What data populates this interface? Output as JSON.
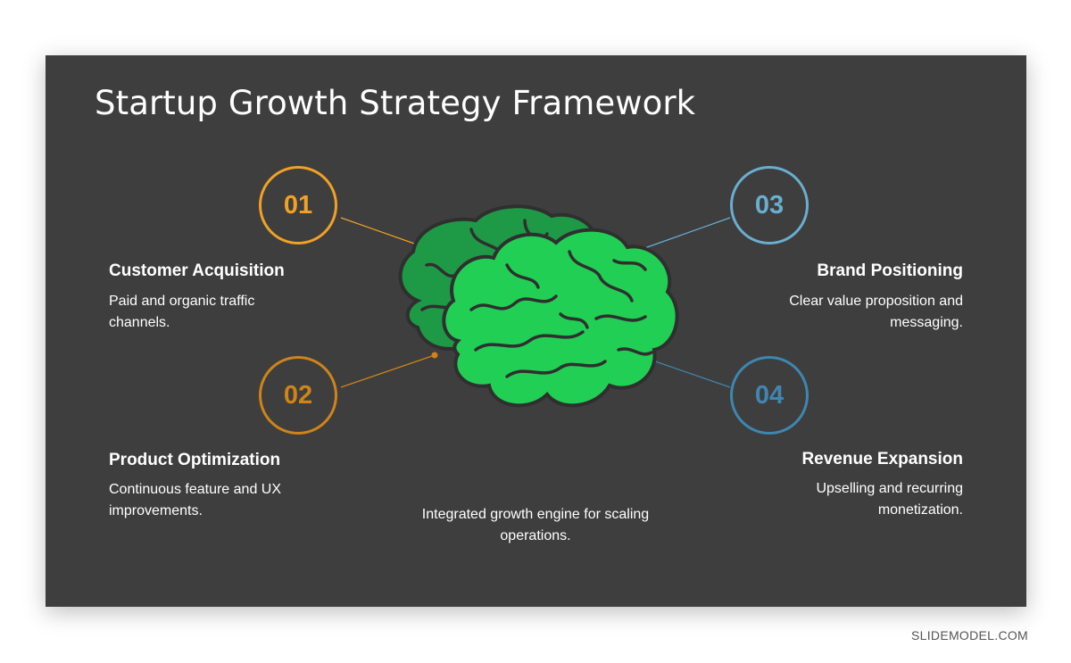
{
  "slide": {
    "title": "Startup Growth Strategy Framework",
    "center_caption": "Integrated growth engine for scaling operations."
  },
  "items": [
    {
      "number": "01",
      "heading": "Customer Acquisition",
      "description": "Paid and organic traffic channels.",
      "color": "#f0a126"
    },
    {
      "number": "02",
      "heading": "Product Optimization",
      "description": "Continuous feature and UX improvements.",
      "color": "#cf8418"
    },
    {
      "number": "03",
      "heading": "Brand Positioning",
      "description": "Clear value proposition and messaging.",
      "color": "#6aaecf"
    },
    {
      "number": "04",
      "heading": "Revenue Expansion",
      "description": "Upselling and recurring monetization.",
      "color": "#3f86b0"
    }
  ],
  "colors": {
    "background": "#3e3e3e",
    "brain_back": "#1e9a46",
    "brain_front": "#22cf55",
    "brain_lines": "#2f2f2f"
  },
  "icons": {
    "center": "brain-icon"
  },
  "footer": {
    "credit": "SLIDEMODEL.COM"
  }
}
